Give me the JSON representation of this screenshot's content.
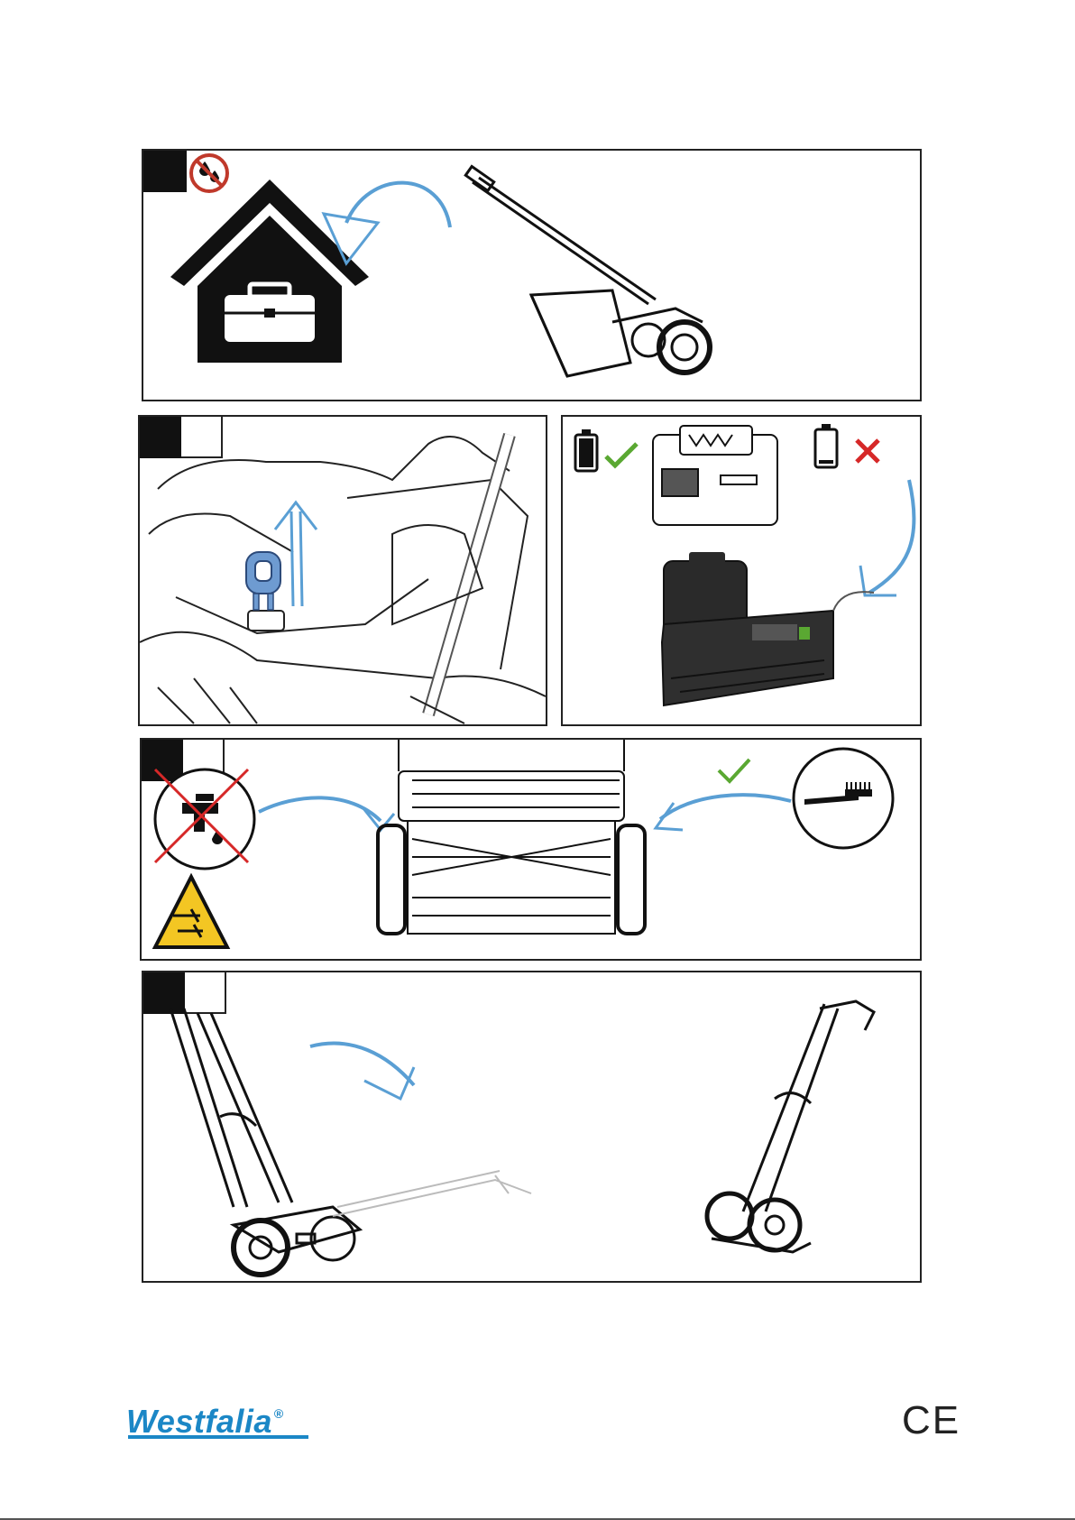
{
  "brand": {
    "name": "Westfalia",
    "registered": "®"
  },
  "certification": "CE",
  "colors": {
    "accent_arrow": "#5a9fd4",
    "check": "#5aa832",
    "cross": "#d62828",
    "warning_yellow": "#f3c623",
    "brand_blue": "#1b87c6"
  },
  "panels": [
    {
      "id": "storage",
      "icons": [
        "no-moisture-icon",
        "house-icon",
        "toolbox-icon",
        "curved-arrow-icon",
        "lawn-scarifier-illustration"
      ]
    },
    {
      "id": "safety-key",
      "icons": [
        "safety-key-icon",
        "up-arrow-icon",
        "mower-housing-illustration"
      ]
    },
    {
      "id": "battery",
      "icons": [
        "battery-full-icon",
        "check-icon",
        "battery-low-icon",
        "cross-icon",
        "battery-pack-illustration",
        "charger-illustration"
      ]
    },
    {
      "id": "cleaning",
      "icons": [
        "no-water-tap-icon",
        "warning-sign-icon",
        "brush-icon",
        "check-icon",
        "roller-front-illustration"
      ]
    },
    {
      "id": "folding",
      "icons": [
        "curved-arrow-icon",
        "mower-unfolded-illustration",
        "mower-upright-illustration"
      ]
    }
  ]
}
